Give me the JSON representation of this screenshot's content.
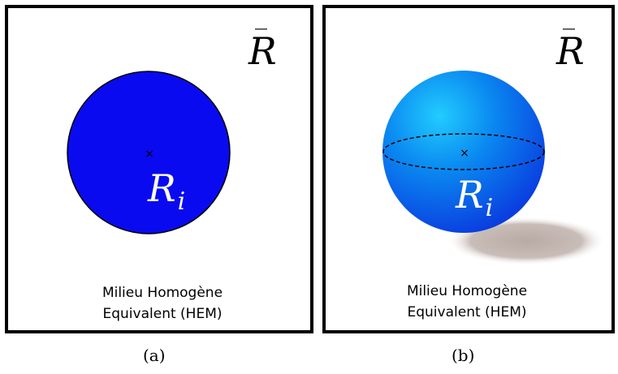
{
  "panels": [
    {
      "id": "a",
      "region_label": "R̄",
      "inclusion_label": "R",
      "inclusion_subscript": "i",
      "center_mark": "×",
      "caption_line1": "Milieu Homogène",
      "caption_line2": "Equivalent (HEM)",
      "sublabel": "(a)",
      "fill_color": "#0a0af0"
    },
    {
      "id": "b",
      "region_label": "R̄",
      "inclusion_label": "R",
      "inclusion_subscript": "i",
      "center_mark": "×",
      "caption_line1": "Milieu Homogène",
      "caption_line2": "Equivalent (HEM)",
      "sublabel": "(b)",
      "fill_color": "#0a66e8",
      "highlight_color": "#22ccff",
      "shadow_color": "#b8aaa4"
    }
  ]
}
